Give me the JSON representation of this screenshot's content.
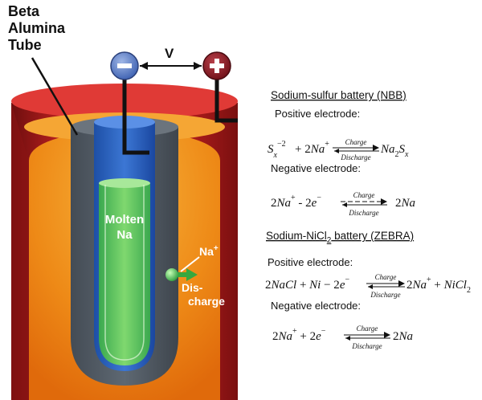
{
  "diagram": {
    "tube_label": [
      "Beta",
      "Alumina",
      "Tube"
    ],
    "voltage_label": "V",
    "negative_sign": "−",
    "positive_sign": "+",
    "molten_label": [
      "Molten",
      "Na"
    ],
    "ion_label": "Na",
    "ion_charge": "+",
    "discharge_label": [
      "Dis-",
      "charge"
    ]
  },
  "equations": {
    "nbb_title": "Sodium-sulfur battery (NBB)",
    "nbb_positive": "Positive electrode:",
    "nbb_negative": "Negative electrode:",
    "zebra_title_a": "Sodium-NiCl",
    "zebra_title_sub": "2",
    "zebra_title_b": " battery (ZEBRA)",
    "zebra_positive": "Positive electrode:",
    "zebra_negative": "Negative electrode:",
    "charge": "Charge",
    "discharge": "Discharge"
  }
}
